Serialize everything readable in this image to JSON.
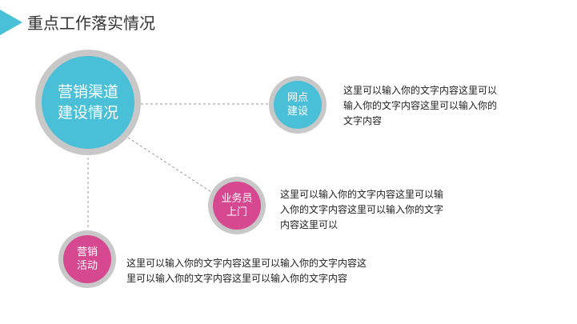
{
  "title": "重点工作落实情况",
  "colors": {
    "accent_blue": "#4ac0d8",
    "accent_pink": "#d6488f",
    "ring": "#c8c8c8"
  },
  "main_node": {
    "line1": "营销渠道",
    "line2": "建设情况"
  },
  "nodes": [
    {
      "line1": "网点",
      "line2": "建设",
      "text": [
        "这里可以输入你的文字内容这里可以",
        "输入你的文字内容这里可以输入你的",
        "文字内容"
      ]
    },
    {
      "line1": "业务员",
      "line2": "上门",
      "text": [
        "这里可以输入你的文字内容这里可以输",
        "入你的文字内容这里可以输入你的文字",
        "内容这里可以"
      ]
    },
    {
      "line1": "营销",
      "line2": "活动",
      "text": [
        "这里可以输入你的文字内容这里可以输入你的文字内容这",
        "里可以输入你的文字内容这里可以输入你的文字内容"
      ]
    }
  ]
}
